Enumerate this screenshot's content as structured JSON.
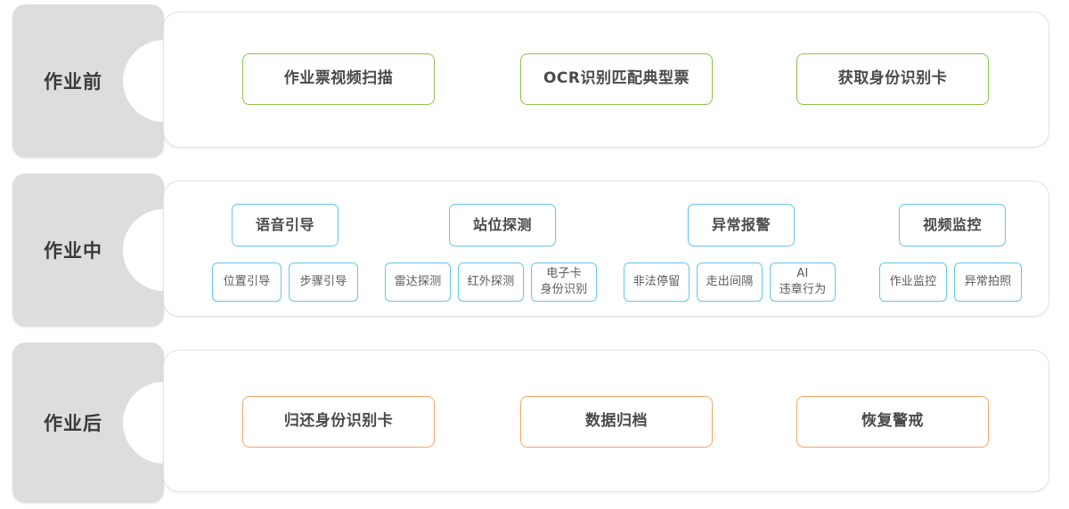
{
  "diagram": {
    "title": "作业前/作业中/作业后 流程图",
    "colors": {
      "green": "#8bc34a",
      "blue": "#63c5f0",
      "orange": "#f5a464",
      "tab_gray": "#dddddd",
      "panel_border": "#e2e2e2",
      "text": "#4a4a4a"
    }
  },
  "phases": [
    {
      "id": "before",
      "label": "作业前",
      "accent": "green",
      "nodes": [
        {
          "label": "作业票视频扫描"
        },
        {
          "label": "OCR识别匹配典型票"
        },
        {
          "label": "获取身份识别卡"
        }
      ]
    },
    {
      "id": "during",
      "label": "作业中",
      "accent": "blue",
      "groups": [
        {
          "label": "语音引导",
          "children": [
            {
              "line1": "位置引导",
              "line2": ""
            },
            {
              "line1": "步骤引导",
              "line2": ""
            }
          ]
        },
        {
          "label": "站位探测",
          "children": [
            {
              "line1": "雷达探测",
              "line2": ""
            },
            {
              "line1": "红外探测",
              "line2": ""
            },
            {
              "line1": "电子卡",
              "line2": "身份识别"
            }
          ]
        },
        {
          "label": "异常报警",
          "children": [
            {
              "line1": "非法停留",
              "line2": ""
            },
            {
              "line1": "走出间隔",
              "line2": ""
            },
            {
              "line1": "AI",
              "line2": "违章行为"
            }
          ]
        },
        {
          "label": "视频监控",
          "children": [
            {
              "line1": "作业监控",
              "line2": ""
            },
            {
              "line1": "异常拍照",
              "line2": ""
            }
          ]
        }
      ]
    },
    {
      "id": "after",
      "label": "作业后",
      "accent": "orange",
      "nodes": [
        {
          "label": "归还身份识别卡"
        },
        {
          "label": "数据归档"
        },
        {
          "label": "恢复警戒"
        }
      ]
    }
  ]
}
